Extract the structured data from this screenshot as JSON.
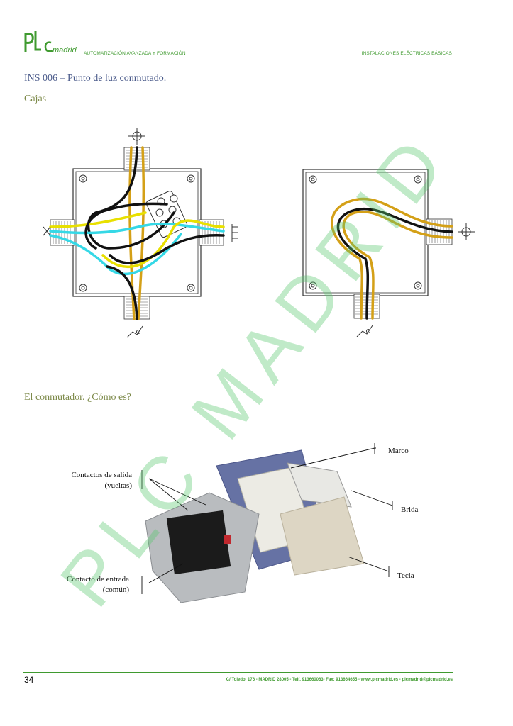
{
  "header": {
    "logo_text": "PLCmadrid",
    "tagline": "AUTOMATIZACIÓN AVANZADA Y FORMACIÓN",
    "section": "INSTALACIONES ELÉCTRICAS BÁSICAS"
  },
  "content": {
    "title": "INS 006 – Punto de luz conmutado.",
    "cajas_heading": "Cajas",
    "conmutador_heading": "El conmutador. ¿Cómo es?"
  },
  "photo_labels": {
    "contactos_salida_line1": "Contactos de salida",
    "contactos_salida_line2": "(vueltas)",
    "contacto_entrada_line1": "Contacto de entrada",
    "contacto_entrada_line2": "(común)",
    "marco": "Marco",
    "brida": "Brida",
    "tecla": "Tecla"
  },
  "footer": {
    "page_number": "34",
    "contact": "C/ Toledo, 176 - MADRID 28005 - Telf. 913660063- Fax: 913664655 - www.plcmadrid.es - plcmadrid@plcmadrid.es"
  },
  "watermark": "PLC MADRID",
  "colors": {
    "brand_green": "#3f9a2f",
    "wire_black": "#111111",
    "wire_yellow": "#e8e000",
    "wire_cyan": "#35d8e6",
    "wire_gold": "#d4a017",
    "watermark_green": "#5ac86e"
  }
}
